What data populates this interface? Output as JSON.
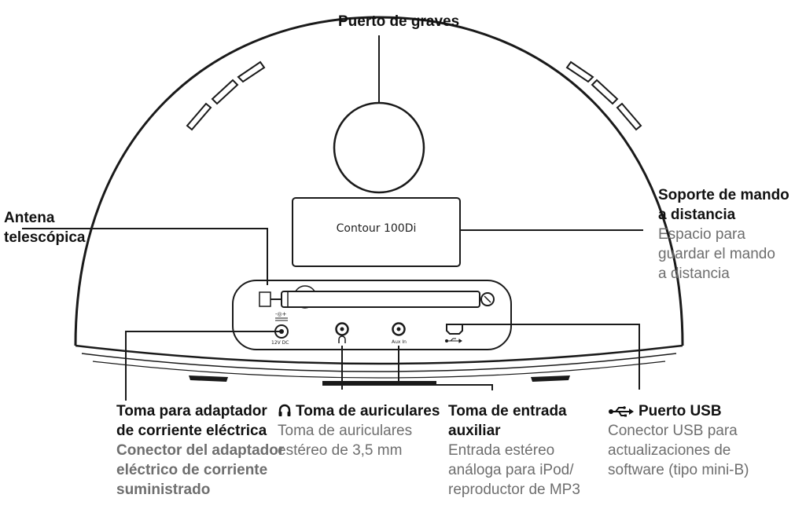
{
  "device": {
    "nameplate": "Contour 100Di",
    "port_dc": "12V DC",
    "port_aux": "Aux In"
  },
  "callouts": {
    "bass_port": {
      "title": "Puerto de graves"
    },
    "antenna": {
      "title": [
        "Antena",
        "telescópica"
      ]
    },
    "remote_holder": {
      "title": [
        "Soporte de mando",
        "a distancia"
      ],
      "desc": [
        "Espacio para",
        "guardar el mando",
        "a distancia"
      ]
    },
    "power": {
      "title": [
        "Toma para adaptador",
        "de corriente eléctrica"
      ],
      "desc": [
        "Conector del adaptador",
        "eléctrico de corriente",
        "suministrado"
      ]
    },
    "headphones": {
      "icon": "headphones-icon",
      "title": "Toma de auriculares",
      "desc": [
        "Toma de auriculares",
        "estéreo de 3,5 mm"
      ]
    },
    "aux": {
      "title": [
        "Toma de entrada",
        "auxiliar"
      ],
      "desc": [
        "Entrada estéreo",
        "análoga para iPod/",
        "reproductor de MP3"
      ]
    },
    "usb": {
      "icon": "usb-icon",
      "title": "Puerto USB",
      "desc": [
        "Conector USB para",
        "actualizaciones de",
        "software (tipo mini-B)"
      ]
    }
  }
}
